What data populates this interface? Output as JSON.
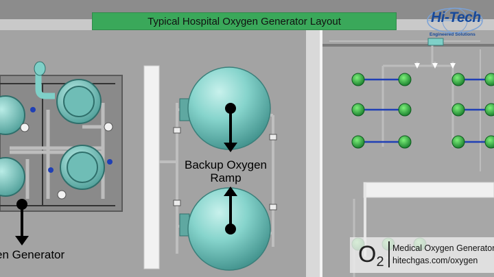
{
  "title": "Typical Hospital Oxygen Generator Layout",
  "logo": {
    "name": "Hi-Tech",
    "tagline": "Engineered Solutions"
  },
  "labels": {
    "backup_line1": "Backup Oxygen",
    "backup_line2": "Ramp",
    "generator": "en Generator"
  },
  "branding": {
    "symbol": "O",
    "subscript": "2",
    "line1": "Medical Oxygen Generator",
    "line2": "hitechgas.com/oxygen"
  },
  "colors": {
    "tank": "#7fd0c8",
    "title_bg": "#3aa85a",
    "outlet": "#22b14c",
    "pipe_blue": "#1f3fb5",
    "logo": "#17499a"
  }
}
